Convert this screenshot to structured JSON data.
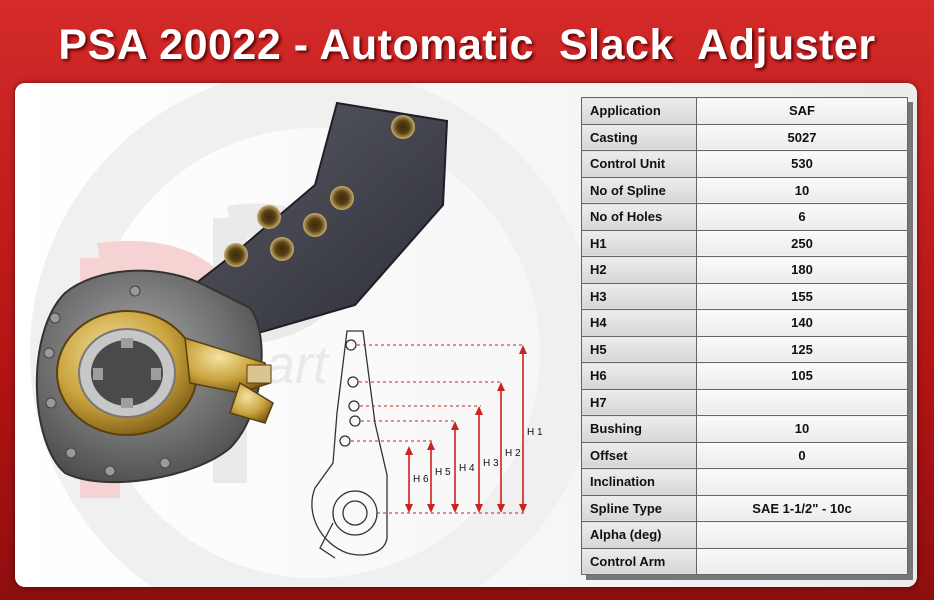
{
  "header": {
    "title": "PSA 20022 - Automatic  Slack  Adjuster"
  },
  "watermark": {
    "brand_logo": "Profi Part"
  },
  "diagram": {
    "labels": [
      "H 1",
      "H 2",
      "H 3",
      "H 4",
      "H 5",
      "H 6"
    ]
  },
  "specs": [
    {
      "label": "Application",
      "value": "SAF"
    },
    {
      "label": "Casting",
      "value": "5027"
    },
    {
      "label": "Control Unit",
      "value": "530"
    },
    {
      "label": "No of Spline",
      "value": "10"
    },
    {
      "label": "No of Holes",
      "value": "6"
    },
    {
      "label": "H1",
      "value": "250"
    },
    {
      "label": "H2",
      "value": "180"
    },
    {
      "label": "H3",
      "value": "155"
    },
    {
      "label": "H4",
      "value": "140"
    },
    {
      "label": "H5",
      "value": "125"
    },
    {
      "label": "H6",
      "value": "105"
    },
    {
      "label": "H7",
      "value": ""
    },
    {
      "label": "Bushing",
      "value": "10"
    },
    {
      "label": "Offset",
      "value": "0"
    },
    {
      "label": "Inclination",
      "value": ""
    },
    {
      "label": "Spline Type",
      "value": "SAE 1-1/2\" - 10c"
    },
    {
      "label": "Alpha (deg)",
      "value": ""
    },
    {
      "label": "Control Arm",
      "value": ""
    }
  ]
}
